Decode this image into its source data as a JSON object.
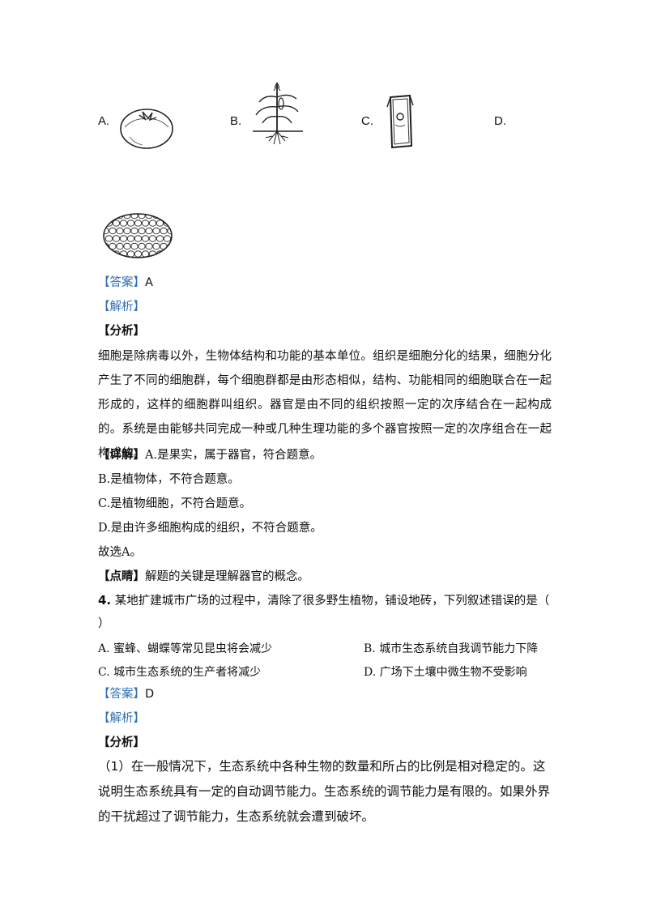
{
  "options_row": {
    "a_label": "A.",
    "b_label": "B.",
    "c_label": "C.",
    "d_label": "D."
  },
  "q3": {
    "answer_tag": "【答案】",
    "answer_value": "A",
    "analysis_tag": "【解析】",
    "fenxi_tag": "【分析】",
    "fenxi_text": "细胞是除病毒以外，生物体结构和功能的基本单位。组织是细胞分化的结果，细胞分化产生了不同的细胞群，每个细胞群都是由形态相似，结构、功能相同的细胞联合在一起形成的，这样的细胞群叫组织。器官是由不同的组织按照一定的次序结合在一起构成的。系统是由能够共同完成一种或几种生理功能的多个器官按照一定的次序组合在一起构成的。",
    "detail_tag": "【详解】",
    "detail_a": "A.是果实，属于器官，符合题意。",
    "detail_b": "B.是植物体，不符合题意。",
    "detail_c": "C.是植物细胞，不符合题意。",
    "detail_d": "D.是由许多细胞构成的组织，不符合题意。",
    "conclusion": "故选A。",
    "point_tag": "【点睛】",
    "point_text": "解题的关键是理解器官的概念。"
  },
  "q4": {
    "number": "4.",
    "stem": "某地扩建城市广场的过程中，清除了很多野生植物，铺设地砖，下列叙述错误的是（",
    "stem_end": "）",
    "choice_a": "A.  蜜蜂、蝴蝶等常见昆虫将会减少",
    "choice_b": "B.  城市生态系统自我调节能力下降",
    "choice_c": "C.  城市生态系统的生产者将减少",
    "choice_d": "D.  广场下土壤中微生物不受影响",
    "answer_tag": "【答案】",
    "answer_value": "D",
    "analysis_tag": "【解析】",
    "fenxi_tag": "【分析】",
    "fenxi_text": "（1）在一般情况下，生态系统中各种生物的数量和所占的比例是相对稳定的。这说明生态系统具有一定的自动调节能力。生态系统的调节能力是有限的。如果外界的干扰超过了调节能力，生态系统就会遭到破坏。"
  },
  "colors": {
    "tag_blue": "#2f6fb4",
    "text": "#111111"
  },
  "icons": {
    "a": "tomato-fruit-illustration",
    "b": "corn-plant-illustration",
    "c": "plant-cell-illustration",
    "d": "tissue-cells-illustration"
  }
}
